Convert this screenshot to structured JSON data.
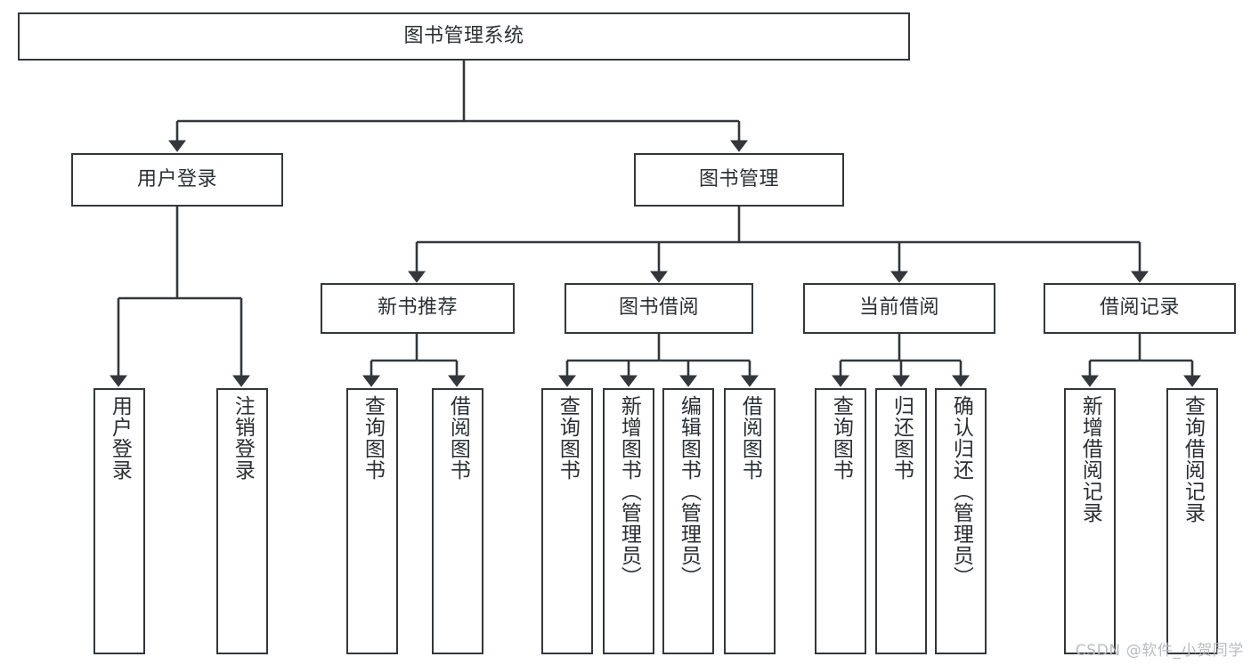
{
  "diagram": {
    "title": "图书管理系统",
    "type": "tree",
    "root": {
      "label": "图书管理系统",
      "level": 1
    },
    "level2": [
      {
        "label": "用户登录"
      },
      {
        "label": "图书管理"
      }
    ],
    "level3": [
      {
        "label": "新书推荐"
      },
      {
        "label": "图书借阅"
      },
      {
        "label": "当前借阅"
      },
      {
        "label": "借阅记录"
      }
    ],
    "leaves": {
      "user_login": [
        {
          "label": "用户登录"
        },
        {
          "label": "注销登录"
        }
      ],
      "new_book_recommend": [
        {
          "label": "查询图书"
        },
        {
          "label": "借阅图书"
        }
      ],
      "book_borrow": [
        {
          "label": "查询图书"
        },
        {
          "label": "新增图书（管理员）"
        },
        {
          "label": "编辑图书（管理员）"
        },
        {
          "label": "借阅图书"
        }
      ],
      "current_borrow": [
        {
          "label": "查询图书"
        },
        {
          "label": "归还图书"
        },
        {
          "label": "确认归还（管理员）"
        }
      ],
      "borrow_record": [
        {
          "label": "新增借阅记录"
        },
        {
          "label": "查询借阅记录"
        }
      ]
    }
  },
  "watermark": {
    "text": "CSDN @软件_小贺同学"
  },
  "colors": {
    "border": "#33373b",
    "text": "#2b2f33",
    "background": "#ffffff",
    "watermark": "#b9bcc0"
  }
}
